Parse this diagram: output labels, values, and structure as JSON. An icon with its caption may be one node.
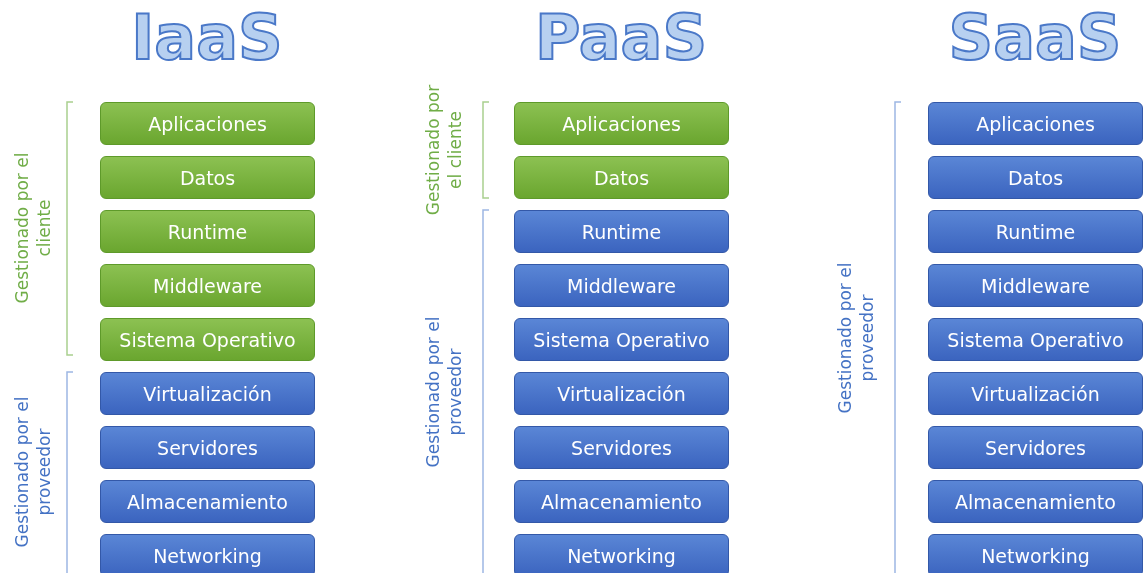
{
  "diagram": {
    "nodes": [
      {
        "text": [
          "Aplicaciones"
        ]
      },
      {
        "text": [
          "Datos"
        ]
      },
      {
        "text": [
          "Runtime"
        ]
      },
      {
        "text": [
          "Middleware"
        ]
      },
      {
        "text": [
          "Sistema Operativo"
        ]
      },
      {
        "text": [
          "Virtualización"
        ]
      },
      {
        "text": [
          "Servidores"
        ]
      },
      {
        "text": [
          "Almacenamiento"
        ]
      },
      {
        "text": [
          "Networking"
        ]
      },
      {
        "text": [
          "Aplicaciones"
        ]
      },
      {
        "text": [
          "Datos"
        ]
      },
      {
        "text": [
          "Runtime"
        ]
      },
      {
        "text": [
          "Middleware"
        ]
      },
      {
        "text": [
          "Sistema Operativo"
        ]
      },
      {
        "text": [
          "Virtualización"
        ]
      },
      {
        "text": [
          "Servidores"
        ]
      },
      {
        "text": [
          "Almacenamiento"
        ]
      },
      {
        "text": [
          "Networking"
        ]
      },
      {
        "text": [
          "Aplicaciones"
        ]
      },
      {
        "text": [
          "Datos"
        ]
      },
      {
        "text": [
          "Runtime"
        ]
      },
      {
        "text": [
          "Middleware"
        ]
      },
      {
        "text": [
          "Sistema Operativo"
        ]
      },
      {
        "text": [
          "Virtualización"
        ]
      },
      {
        "text": [
          "Servidores"
        ]
      },
      {
        "text": [
          "Almacenamiento"
        ]
      },
      {
        "text": [
          "Networking"
        ]
      }
    ],
    "edges": [],
    "labels": [
      "IaaS",
      "PaaS",
      "SaaS",
      "Gestionado por el cliente",
      "Gestionado por el cliente",
      "Gestionado por el proveedor",
      "Gestionado por el proveedor",
      "Gestionado por el proveedor"
    ]
  }
}
